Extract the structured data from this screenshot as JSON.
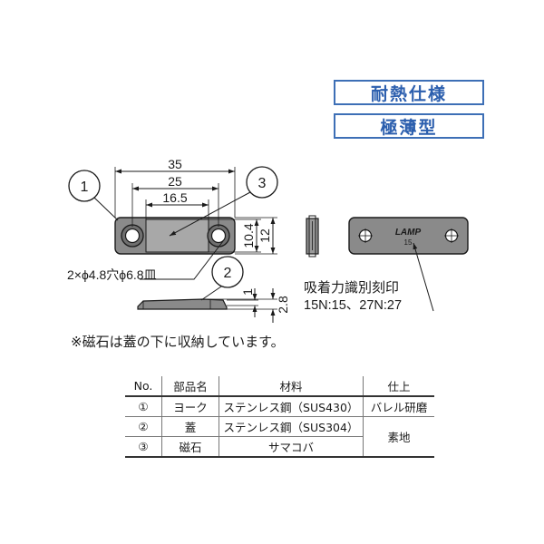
{
  "badges": [
    "耐熱仕様",
    "極薄型"
  ],
  "callouts": [
    "1",
    "3",
    "2"
  ],
  "dimensions": {
    "overall_width": "35",
    "hole_pitch": "25",
    "recess_width": "16.5",
    "height_inner": "10.4",
    "height_outer": "12",
    "thickness_1": "1",
    "thickness_total": "2.8"
  },
  "hole_label": "2×ϕ4.8穴ϕ6.8皿",
  "stamp_logo": "LAMP",
  "stamp_number": "15",
  "stamp_label_line1": "吸着力識別刻印",
  "stamp_label_line2": "15N:15、27N:27",
  "note": "※磁石は蓋の下に収納しています。",
  "table": {
    "headers": [
      "No.",
      "部品名",
      "材料",
      "仕上"
    ],
    "rows": [
      {
        "no": "①",
        "name": "ヨーク",
        "material": "ステンレス鋼（SUS430）",
        "finish": "バレル研磨"
      },
      {
        "no": "②",
        "name": "蓋",
        "material": "ステンレス鋼（SUS304）",
        "finish": "素地"
      },
      {
        "no": "③",
        "name": "磁石",
        "material": "サマコバ",
        "finish": ""
      }
    ]
  }
}
